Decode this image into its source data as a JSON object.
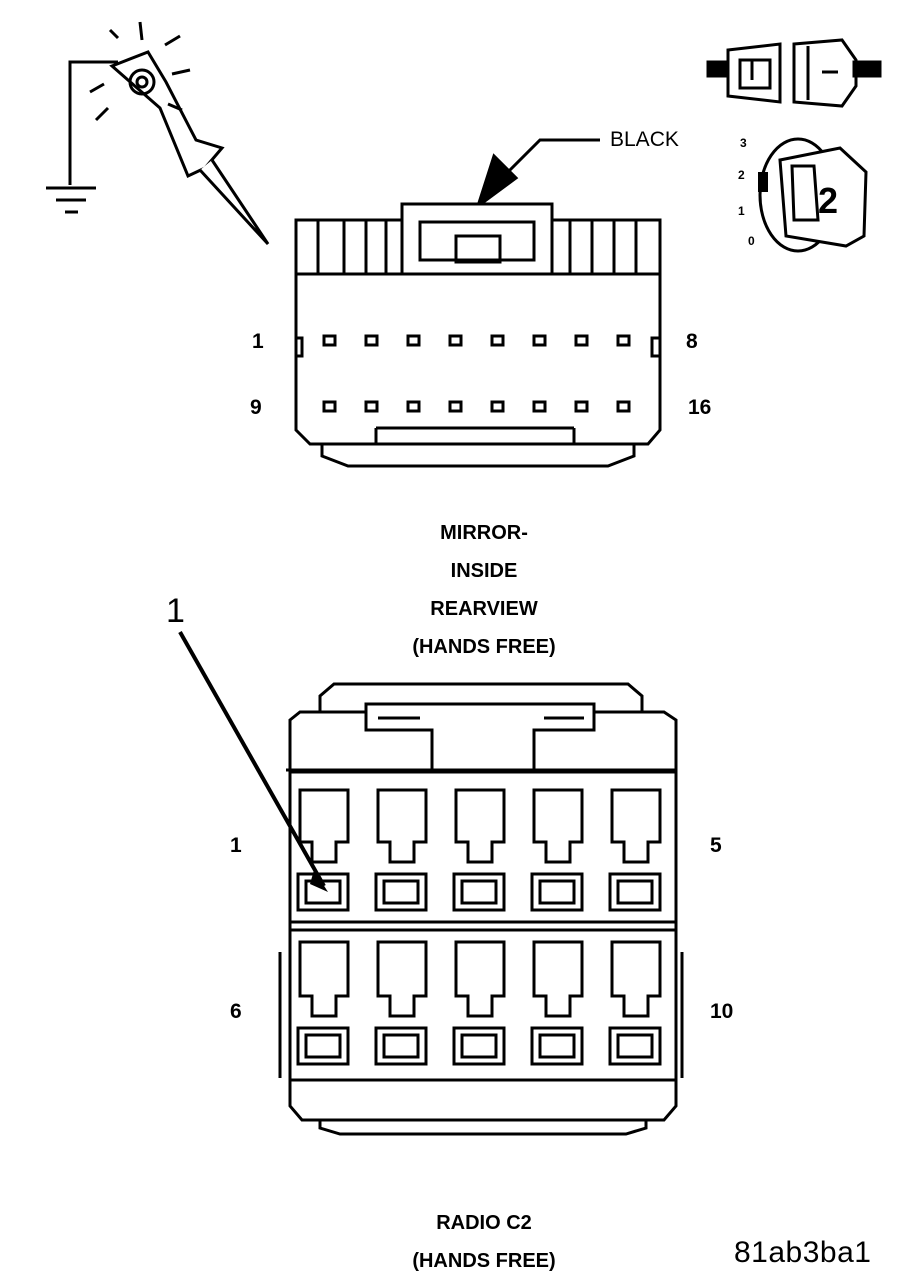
{
  "connector_top": {
    "color_label": "BLACK",
    "pin_labels": {
      "top_left": "1",
      "top_right": "8",
      "bottom_left": "9",
      "bottom_right": "16"
    },
    "caption_lines": [
      "MIRROR-",
      "INSIDE",
      "REARVIEW",
      "(HANDS FREE)"
    ]
  },
  "connector_bottom": {
    "callout": "1",
    "pin_labels": {
      "top_left": "1",
      "top_right": "5",
      "bottom_left": "6",
      "bottom_right": "10"
    },
    "caption_lines": [
      "RADIO C2",
      "(HANDS FREE)"
    ]
  },
  "ignition_key": {
    "positions": [
      "3",
      "2",
      "1",
      "0"
    ],
    "key_number": "2"
  },
  "figure_code": "81ab3ba1",
  "icons": [
    "test-light-probe-icon",
    "ground-symbol-icon",
    "connector-disconnect-icon",
    "ignition-key-icon"
  ]
}
